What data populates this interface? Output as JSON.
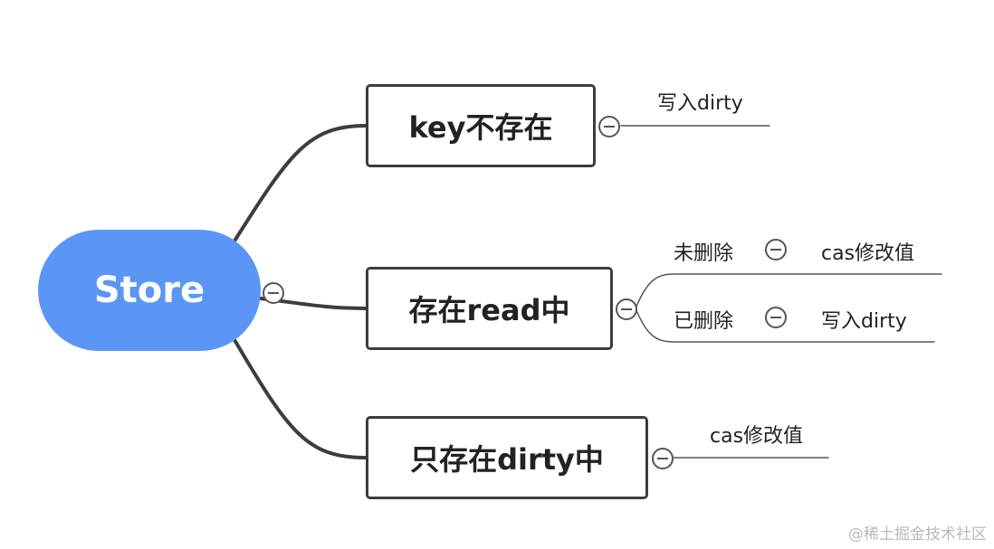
{
  "root": {
    "label": "Store",
    "color": "#5b96f7"
  },
  "branches": [
    {
      "label": "key不存在",
      "leaves": [
        {
          "label": "写入dirty"
        }
      ]
    },
    {
      "label": "存在read中",
      "leaves": [
        {
          "label": "未删除",
          "child": {
            "label": "cas修改值"
          }
        },
        {
          "label": "已删除",
          "child": {
            "label": "写入dirty"
          }
        }
      ]
    },
    {
      "label": "只存在dirty中",
      "leaves": [
        {
          "label": "cas修改值"
        }
      ]
    }
  ],
  "collapse_icon": "minus-circle-icon",
  "watermark": "@稀土掘金技术社区",
  "colors": {
    "line": "#3d3d3d",
    "thin_line": "#555555",
    "text": "#222222"
  }
}
